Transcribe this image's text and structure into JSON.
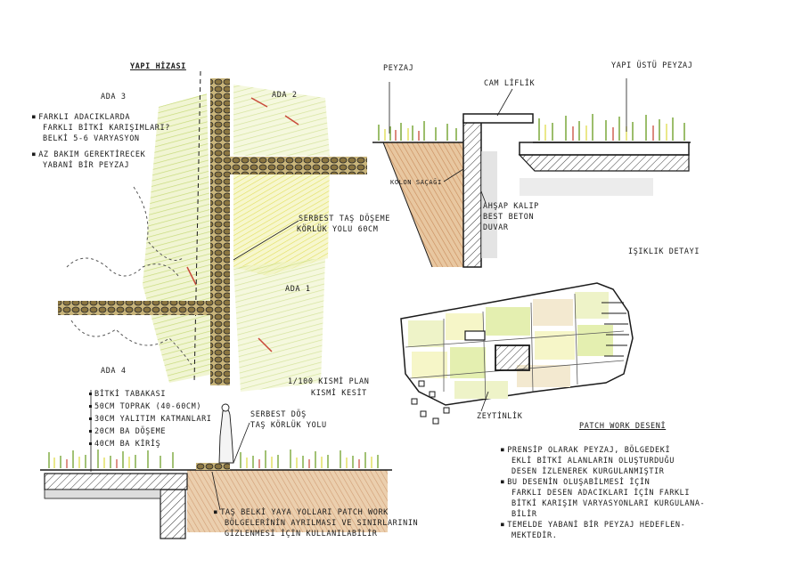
{
  "plan": {
    "title": "YAPI HİZASI",
    "zones": [
      "ADA 3",
      "ADA 2",
      "ADA 1",
      "ADA 4"
    ],
    "notes_ada3": [
      "FARKLI ADACIKLARDA",
      "FARKLI BİTKİ KARIŞIMLARI?",
      "BELKİ 5-6 VARYASYON",
      "AZ BAKIM GEREKTİRECEK",
      "YABANİ BİR PEYZAJ"
    ],
    "label_paving": [
      "SERBEST TAŞ DÖŞEME",
      "KÖRLÜK YOLU 60cm"
    ]
  },
  "section_top": {
    "labels": {
      "peyzaj": "PEYZAJ",
      "camlik": "CAM LİFLİK",
      "yapi_ustu": "YAPI ÜSTÜ PEYZAJ",
      "kolon": "KOLON SAÇAĞI",
      "ahsap": [
        "AHŞAP KALIP",
        "BEST BETON",
        "DUVAR"
      ],
      "isiklik": "IŞIKLIK DETAYI"
    }
  },
  "patchwork": {
    "title": "PATCH WORK DESENİ",
    "zeytinlik": "ZEYTİNLİK",
    "notes": [
      "PRENSİP OLARAK PEYZAJ, BÖLGEDEKİ",
      "EKLİ BİTKİ ALANLARIN OLUŞTURDUĞU",
      "DESEN İZLENEREK KURGULANMIŞTIR",
      "BU DESENİN OLUŞABİLMESİ İÇİN",
      "FARKLI DESEN ADACIKLARI İÇİN FARKLI",
      "BİTKİ KARIŞIM VARYASYONLARI KURGULANA-",
      "BİLİR",
      "TEMELDE YABANİ BİR PEYZAJ HEDEFLEN-",
      "MEKTEDİR."
    ]
  },
  "section_bottom": {
    "scale": [
      "1/100 KISMİ PLAN",
      "KISMİ KESİT"
    ],
    "layers": [
      "BİTKİ TABAKASI",
      "50cm TOPRAK (40-60cm)",
      "30cm YALITIM KATMANLARI",
      "20cm BA DÖŞEME",
      "40cm BA KİRİŞ"
    ],
    "label_stone": [
      "SERBEST DÖŞ",
      "TAŞ KÖRLÜK YOLU"
    ],
    "footnote": [
      "TAŞ BELKİ YAYA YOLLARI PATCH WORK",
      "BÖLGELERİNİN AYRILMASI VE SINIRLARININ",
      "GİZLENMESİ İÇİN KULLANILABİLİR"
    ]
  },
  "colors": {
    "ink": "#1a1a1a",
    "grass": "#9ac43a",
    "yellow": "#e9ea6a",
    "earth": "#cf9a6a",
    "red": "#c94a3a",
    "stone": "#7a6a4a"
  }
}
